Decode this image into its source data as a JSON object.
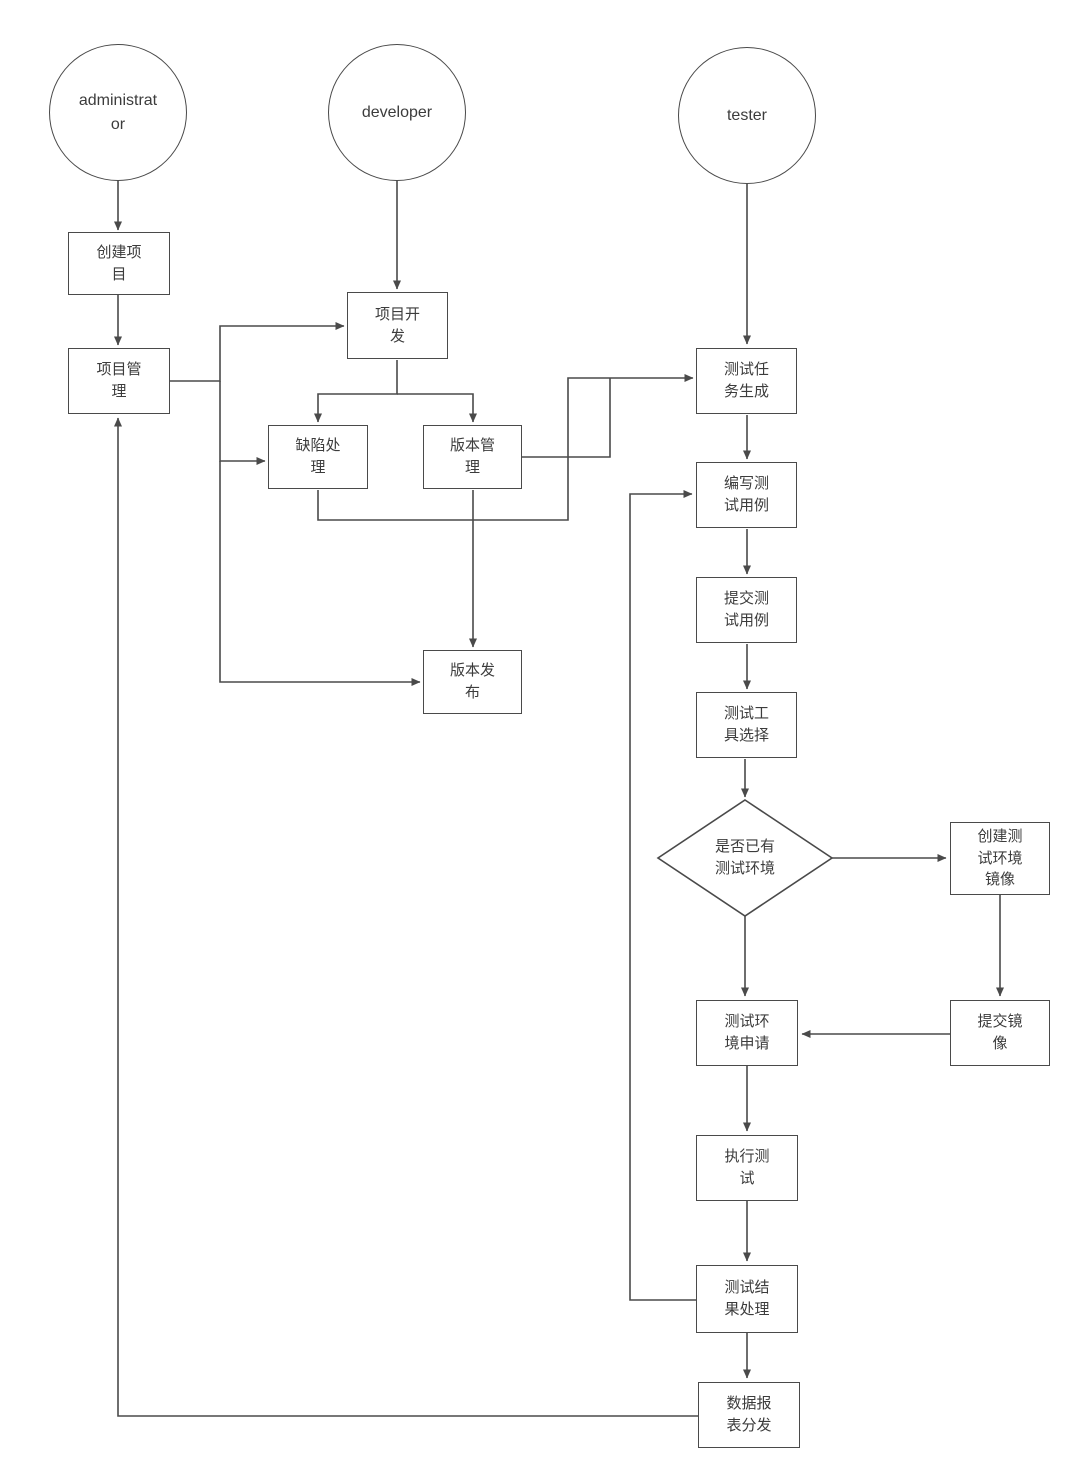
{
  "diagram": {
    "actors": {
      "administrator": {
        "label": "administrat\nor"
      },
      "developer": {
        "label": "developer"
      },
      "tester": {
        "label": "tester"
      }
    },
    "nodes": {
      "create_project": {
        "label": "创建项\n目"
      },
      "project_management": {
        "label": "项目管\n理"
      },
      "project_development": {
        "label": "项目开\n发"
      },
      "defect_handling": {
        "label": "缺陷处\n理"
      },
      "version_management": {
        "label": "版本管\n理"
      },
      "version_release": {
        "label": "版本发\n布"
      },
      "test_task_generation": {
        "label": "测试任\n务生成"
      },
      "write_test_cases": {
        "label": "编写测\n试用例"
      },
      "submit_test_cases": {
        "label": "提交测\n试用例"
      },
      "test_tool_selection": {
        "label": "测试工\n具选择"
      },
      "env_exists_decision": {
        "label": "是否已有\n测试环境"
      },
      "create_test_env_image": {
        "label": "创建测\n试环境\n镜像"
      },
      "submit_image": {
        "label": "提交镜\n像"
      },
      "test_env_request": {
        "label": "测试环\n境申请"
      },
      "execute_test": {
        "label": "执行测\n试"
      },
      "test_result_handling": {
        "label": "测试结\n果处理"
      },
      "data_report_distribution": {
        "label": "数据报\n表分发"
      }
    },
    "colors": {
      "line": "#4a4a4a",
      "border": "#4a4a4a",
      "text": "#3c3c3c",
      "background": "#ffffff"
    }
  }
}
